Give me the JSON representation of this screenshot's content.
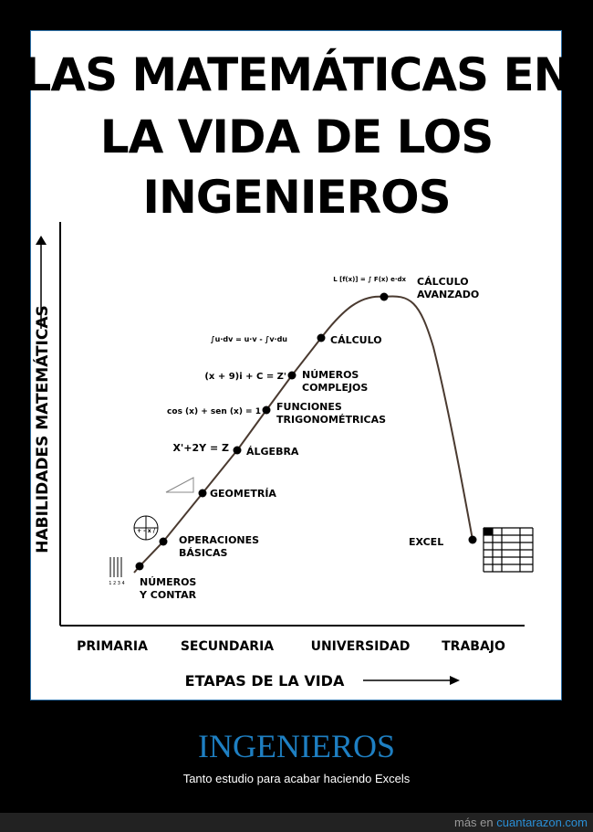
{
  "chart_data": {
    "type": "line",
    "title": "LAS MATEMÁTICAS EN LA VIDA DE LOS INGENIEROS",
    "title_lines": [
      "LAS MATEMÁTICAS EN",
      "LA VIDA DE LOS",
      "INGENIEROS"
    ],
    "xlabel": "ETAPAS DE LA VIDA",
    "ylabel": "HABILIDADES MATEMÁTICAS",
    "categories": [
      "PRIMARIA",
      "SECUNDARIA",
      "UNIVERSIDAD",
      "TRABAJO"
    ],
    "grid": false,
    "points": [
      {
        "label": [
          "NÚMEROS",
          "Y CONTAR"
        ],
        "annotation": "1 2 3 4"
      },
      {
        "label": [
          "OPERACIONES",
          "BÁSICAS"
        ],
        "annotation": "+ - x /"
      },
      {
        "label": [
          "GEOMETRÍA"
        ],
        "annotation": ""
      },
      {
        "label": [
          "ÁLGEBRA"
        ],
        "annotation": "X'+2Y = Z"
      },
      {
        "label": [
          "FUNCIONES",
          "TRIGONOMÉTRICAS"
        ],
        "annotation": "cos (x) + sen (x) = 1"
      },
      {
        "label": [
          "NÚMEROS",
          "COMPLEJOS"
        ],
        "annotation": "(x + 9)i + C = Z'"
      },
      {
        "label": [
          "CÁLCULO"
        ],
        "annotation": "∫u·dv = u·v - ∫v·du"
      },
      {
        "label": [
          "CÁLCULO",
          "AVANZADO"
        ],
        "annotation": "L [f(x)] = ∫ F(x) e·dx"
      },
      {
        "label": [
          "EXCEL"
        ],
        "annotation": ""
      }
    ],
    "line_color": "#4a3a30"
  },
  "caption": {
    "title": "INGENIEROS",
    "subtitle": "Tanto estudio para acabar haciendo Excels"
  },
  "footer": {
    "prefix": "más en",
    "link": "cuantarazon.com"
  },
  "colors": {
    "caption": "#1e7fc2",
    "link": "#2a8fd6",
    "border": "#2d6fa6"
  }
}
